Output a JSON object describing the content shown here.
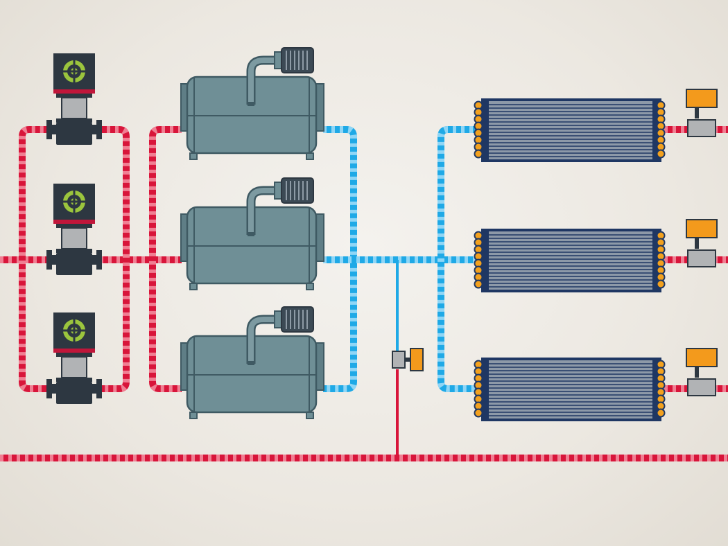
{
  "diagram": {
    "kind": "hvac-chiller-plant-schematic",
    "text_labels": [],
    "colors": {
      "background": "#eeebe5",
      "hot_pipe": "#d8153a",
      "hot_pipe_stripe": "#f07f93",
      "cold_pipe": "#1fa9e6",
      "cold_pipe_stripe": "#8fd6f6",
      "chiller_body": "#6f8f96",
      "chiller_outline": "#3f5a63",
      "pump_body": "#2d3741",
      "pump_indicator": "#9bc53d",
      "pump_band": "#c0163a",
      "coil_frame": "#8d99a8",
      "coil_outline": "#1f3763",
      "valve_body": "#b1b3b5",
      "valve_actuator": "#f39a1c"
    },
    "components": {
      "pumps": [
        {
          "name": "pump-1",
          "icon": "pump-icon"
        },
        {
          "name": "pump-2",
          "icon": "pump-icon"
        },
        {
          "name": "pump-3",
          "icon": "pump-icon"
        }
      ],
      "chillers": [
        {
          "name": "chiller-1",
          "icon": "chiller-icon"
        },
        {
          "name": "chiller-2",
          "icon": "chiller-icon"
        },
        {
          "name": "chiller-3",
          "icon": "chiller-icon"
        }
      ],
      "coils": [
        {
          "name": "cooling-coil-1",
          "icon": "coil-icon"
        },
        {
          "name": "cooling-coil-2",
          "icon": "coil-icon"
        },
        {
          "name": "cooling-coil-3",
          "icon": "coil-icon"
        }
      ],
      "valves": [
        {
          "name": "coil-valve-1",
          "icon": "valve-icon"
        },
        {
          "name": "coil-valve-2",
          "icon": "valve-icon"
        },
        {
          "name": "coil-valve-3",
          "icon": "valve-icon"
        },
        {
          "name": "bypass-valve",
          "icon": "valve-icon"
        }
      ]
    }
  }
}
